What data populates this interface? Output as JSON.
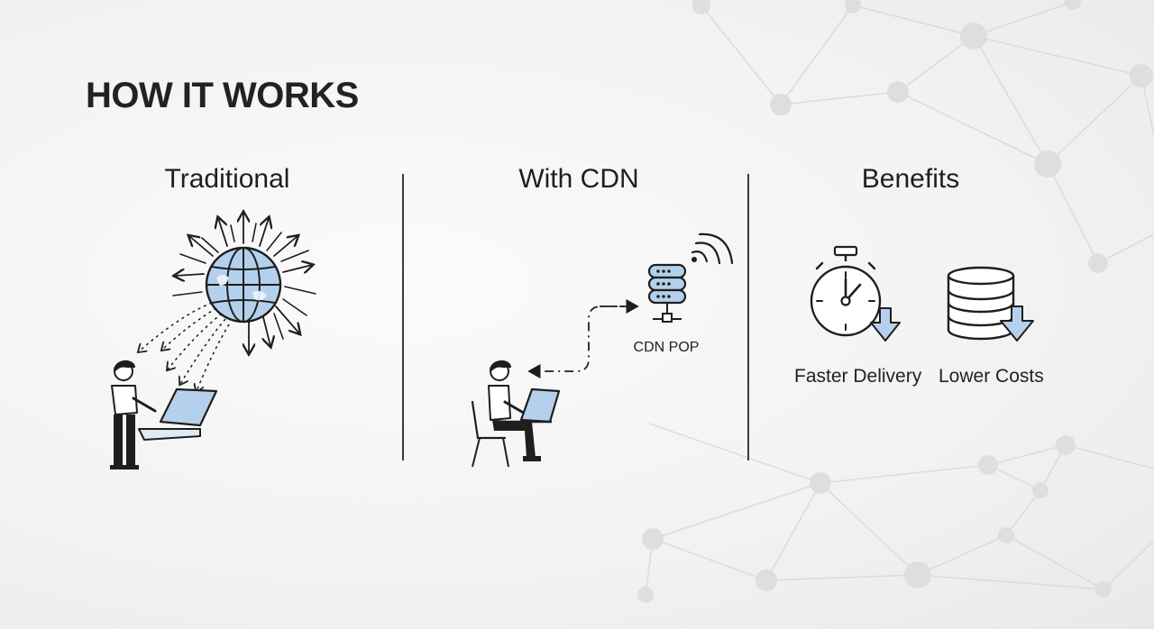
{
  "slide": {
    "title": "HOW IT WORKS",
    "columns": [
      {
        "heading": "Traditional"
      },
      {
        "heading": "With CDN",
        "node_label": "CDN POP"
      },
      {
        "heading": "Benefits",
        "items": [
          {
            "label": "Faster Delivery",
            "icon": "stopwatch-down-icon"
          },
          {
            "label": "Lower Costs",
            "icon": "database-down-icon"
          }
        ]
      }
    ]
  },
  "colors": {
    "ink": "#1e1e1e",
    "accent": "#a9c8e8",
    "network": "#d8d8d8"
  }
}
